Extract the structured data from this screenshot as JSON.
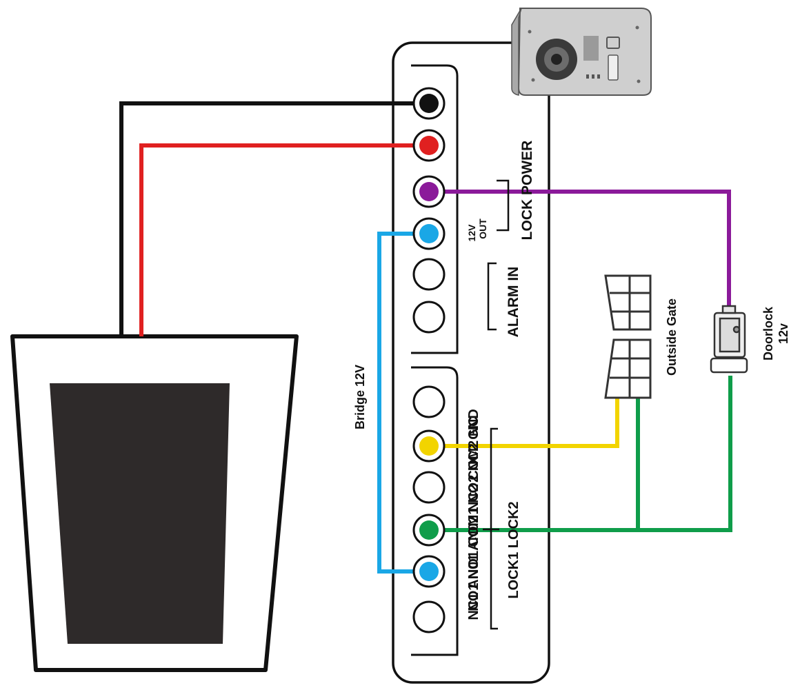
{
  "labels": {
    "lock_power": "LOCK POWER",
    "out_12v_line1": "12V",
    "out_12v_line2": "OUT",
    "alarm_in": "ALARM IN",
    "bridge_12v": "Bridge 12V",
    "outside_gate": "Outside Gate",
    "doorlock_line1": "Doorlock",
    "doorlock_line2": "12v",
    "lock_terminal_row_a": "NC1 AN01 AN02 NC2 COM2 NC",
    "lock_terminal_row_b": "NO1 NO1 COM1 NO2 NC2 GND",
    "lock1_lock2": "LOCK1 LOCK2"
  },
  "colors": {
    "black_wire": "#111111",
    "red_wire": "#e02020",
    "purple_wire": "#8b1a9a",
    "blue_wire": "#1aa7e6",
    "yellow_wire": "#f2d400",
    "green_wire": "#0f9d4a",
    "device_gray": "#c8c8c8",
    "screen": "#2e2a2a"
  },
  "icons": {
    "indoor_monitor": "monitor-icon",
    "door_station": "door-station-icon",
    "gate_lock": "gate-lock-icon",
    "door_lock": "door-lock-icon"
  }
}
